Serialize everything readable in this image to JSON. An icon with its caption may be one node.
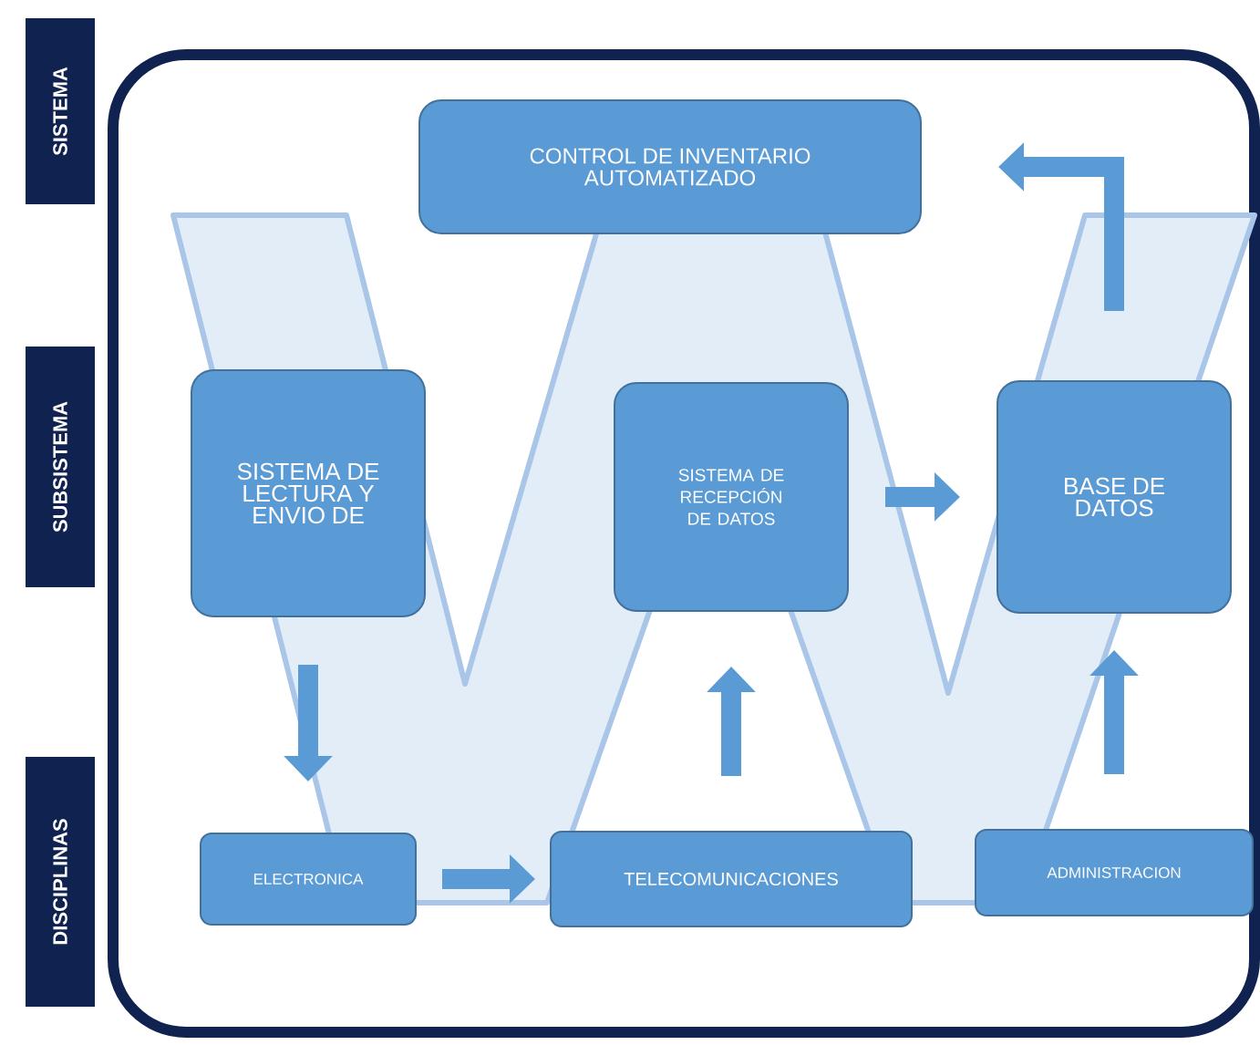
{
  "diagram": {
    "nodes": [
      {
        "text": [
          "SISTEMA"
        ]
      },
      {
        "text": [
          "SUBSISTEMA"
        ]
      },
      {
        "text": [
          "DISCIPLINAS"
        ]
      },
      {
        "text": [
          "CONTROL DE INVENTARIO AUTOMATIZADO"
        ]
      },
      {
        "text": [
          "SISTEMA DE LECTURA Y ENVIO DE"
        ]
      },
      {
        "text": [
          "SISTEMA DE RECEPCIÓN DE DATOS"
        ]
      },
      {
        "text": [
          "BASE DE DATOS"
        ]
      },
      {
        "text": [
          "ELECTRONICA"
        ]
      },
      {
        "text": [
          "TELECOMUNICACIONES"
        ]
      },
      {
        "text": [
          "ADMINISTRACION"
        ]
      }
    ],
    "edges": [
      {
        "from": 4,
        "to": 7,
        "arrow": "to"
      },
      {
        "from": 7,
        "to": 8,
        "arrow": "to"
      },
      {
        "from": 8,
        "to": 5,
        "arrow": "to"
      },
      {
        "from": 5,
        "to": 6,
        "arrow": "to"
      },
      {
        "from": 9,
        "to": 6,
        "arrow": "to"
      },
      {
        "from": 6,
        "to": 3,
        "arrow": "to"
      }
    ]
  }
}
